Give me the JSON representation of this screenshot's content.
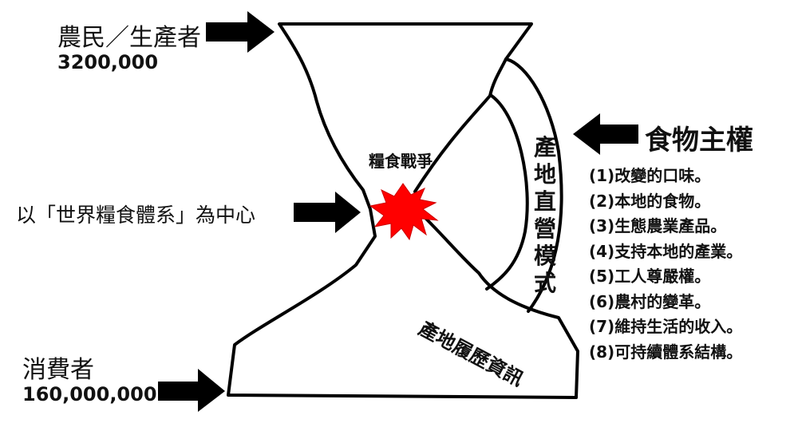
{
  "producers": {
    "label": "農民／生產者",
    "count": "3200,000"
  },
  "consumers": {
    "label": "消費者",
    "count": "160,000,000"
  },
  "center_label": "以「世界糧食體系」為中心",
  "war_label": "糧食戰爭",
  "sovereignty": {
    "title": "食物主權",
    "items": [
      "(1)改變的口味。",
      "(2)本地的食物。",
      "(3)生態農業產品。",
      "(4)支持本地的產業。",
      "(5)工人尊嚴權。",
      "(6)農村的變革。",
      "(7)維持生活的收入。",
      "(8)可持續體系結構。"
    ]
  },
  "direct_model": "產地直營模式",
  "origin_info": "產地履歷資訊",
  "colors": {
    "burst": "#ff0000",
    "line": "#000000"
  }
}
